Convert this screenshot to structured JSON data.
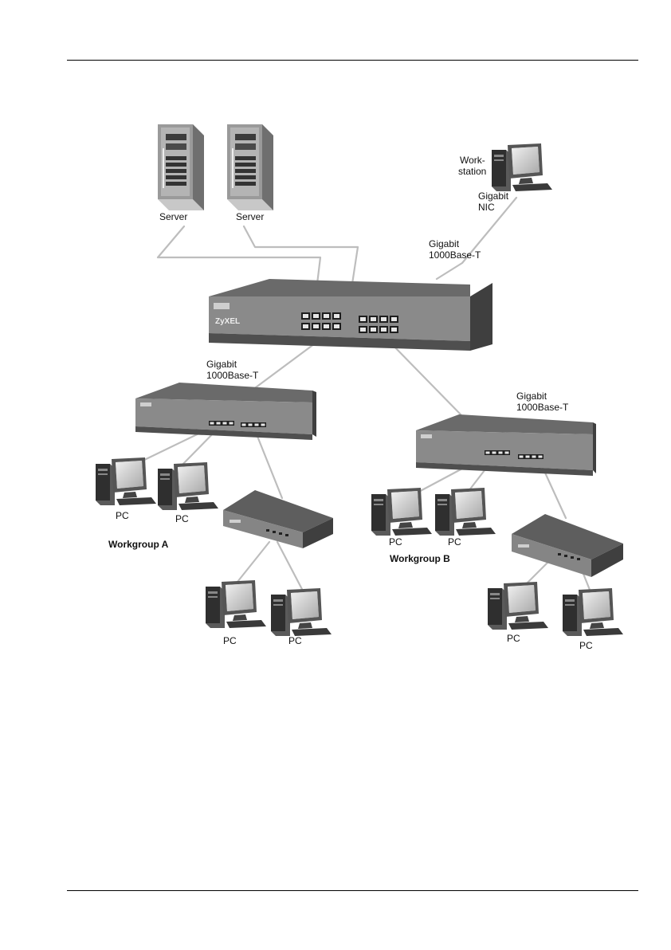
{
  "labels": {
    "server_1": "Server",
    "server_2": "Server",
    "workstation_line1": "Work-",
    "workstation_line2": "station",
    "nic_line1": "Gigabit",
    "nic_line2": "NIC",
    "uplink_ws_line1": "Gigabit",
    "uplink_ws_line2": "1000Base-T",
    "uplink_a_line1": "Gigabit",
    "uplink_a_line2": "1000Base-T",
    "uplink_b_line1": "Gigabit",
    "uplink_b_line2": "1000Base-T",
    "pc": "PC",
    "workgroup_a": "Workgroup A",
    "workgroup_b": "Workgroup B",
    "brand": "ZyXEL"
  }
}
